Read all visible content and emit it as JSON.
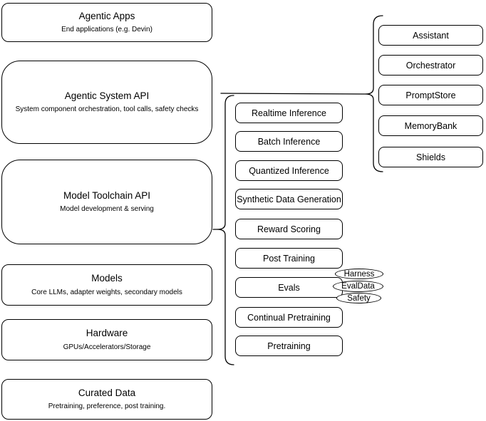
{
  "diagram": {
    "colors": {
      "stroke": "#000000",
      "fill": "#ffffff",
      "background": "#ffffff"
    },
    "left": [
      {
        "title": "Agentic Apps",
        "subtitle": "End applications (e.g. Devin)"
      },
      {
        "title": "Agentic System API",
        "subtitle": "System component orchestration, tool calls, safety checks"
      },
      {
        "title": "Model Toolchain API",
        "subtitle": "Model development & serving"
      },
      {
        "title": "Models",
        "subtitle": "Core LLMs, adapter weights, secondary models"
      },
      {
        "title": "Hardware",
        "subtitle": "GPUs/Accelerators/Storage"
      },
      {
        "title": "Curated Data",
        "subtitle": "Pretraining, preference, post training."
      }
    ],
    "toolchain": [
      "Realtime Inference",
      "Batch Inference",
      "Quantized Inference",
      "Synthetic Data Generation",
      "Reward Scoring",
      "Post Training",
      "Evals",
      "Continual Pretraining",
      "Pretraining"
    ],
    "evals_tags": [
      "Harness",
      "EvalData",
      "Safety"
    ],
    "system": [
      "Assistant",
      "Orchestrator",
      "PromptStore",
      "MemoryBank",
      "Shields"
    ]
  }
}
